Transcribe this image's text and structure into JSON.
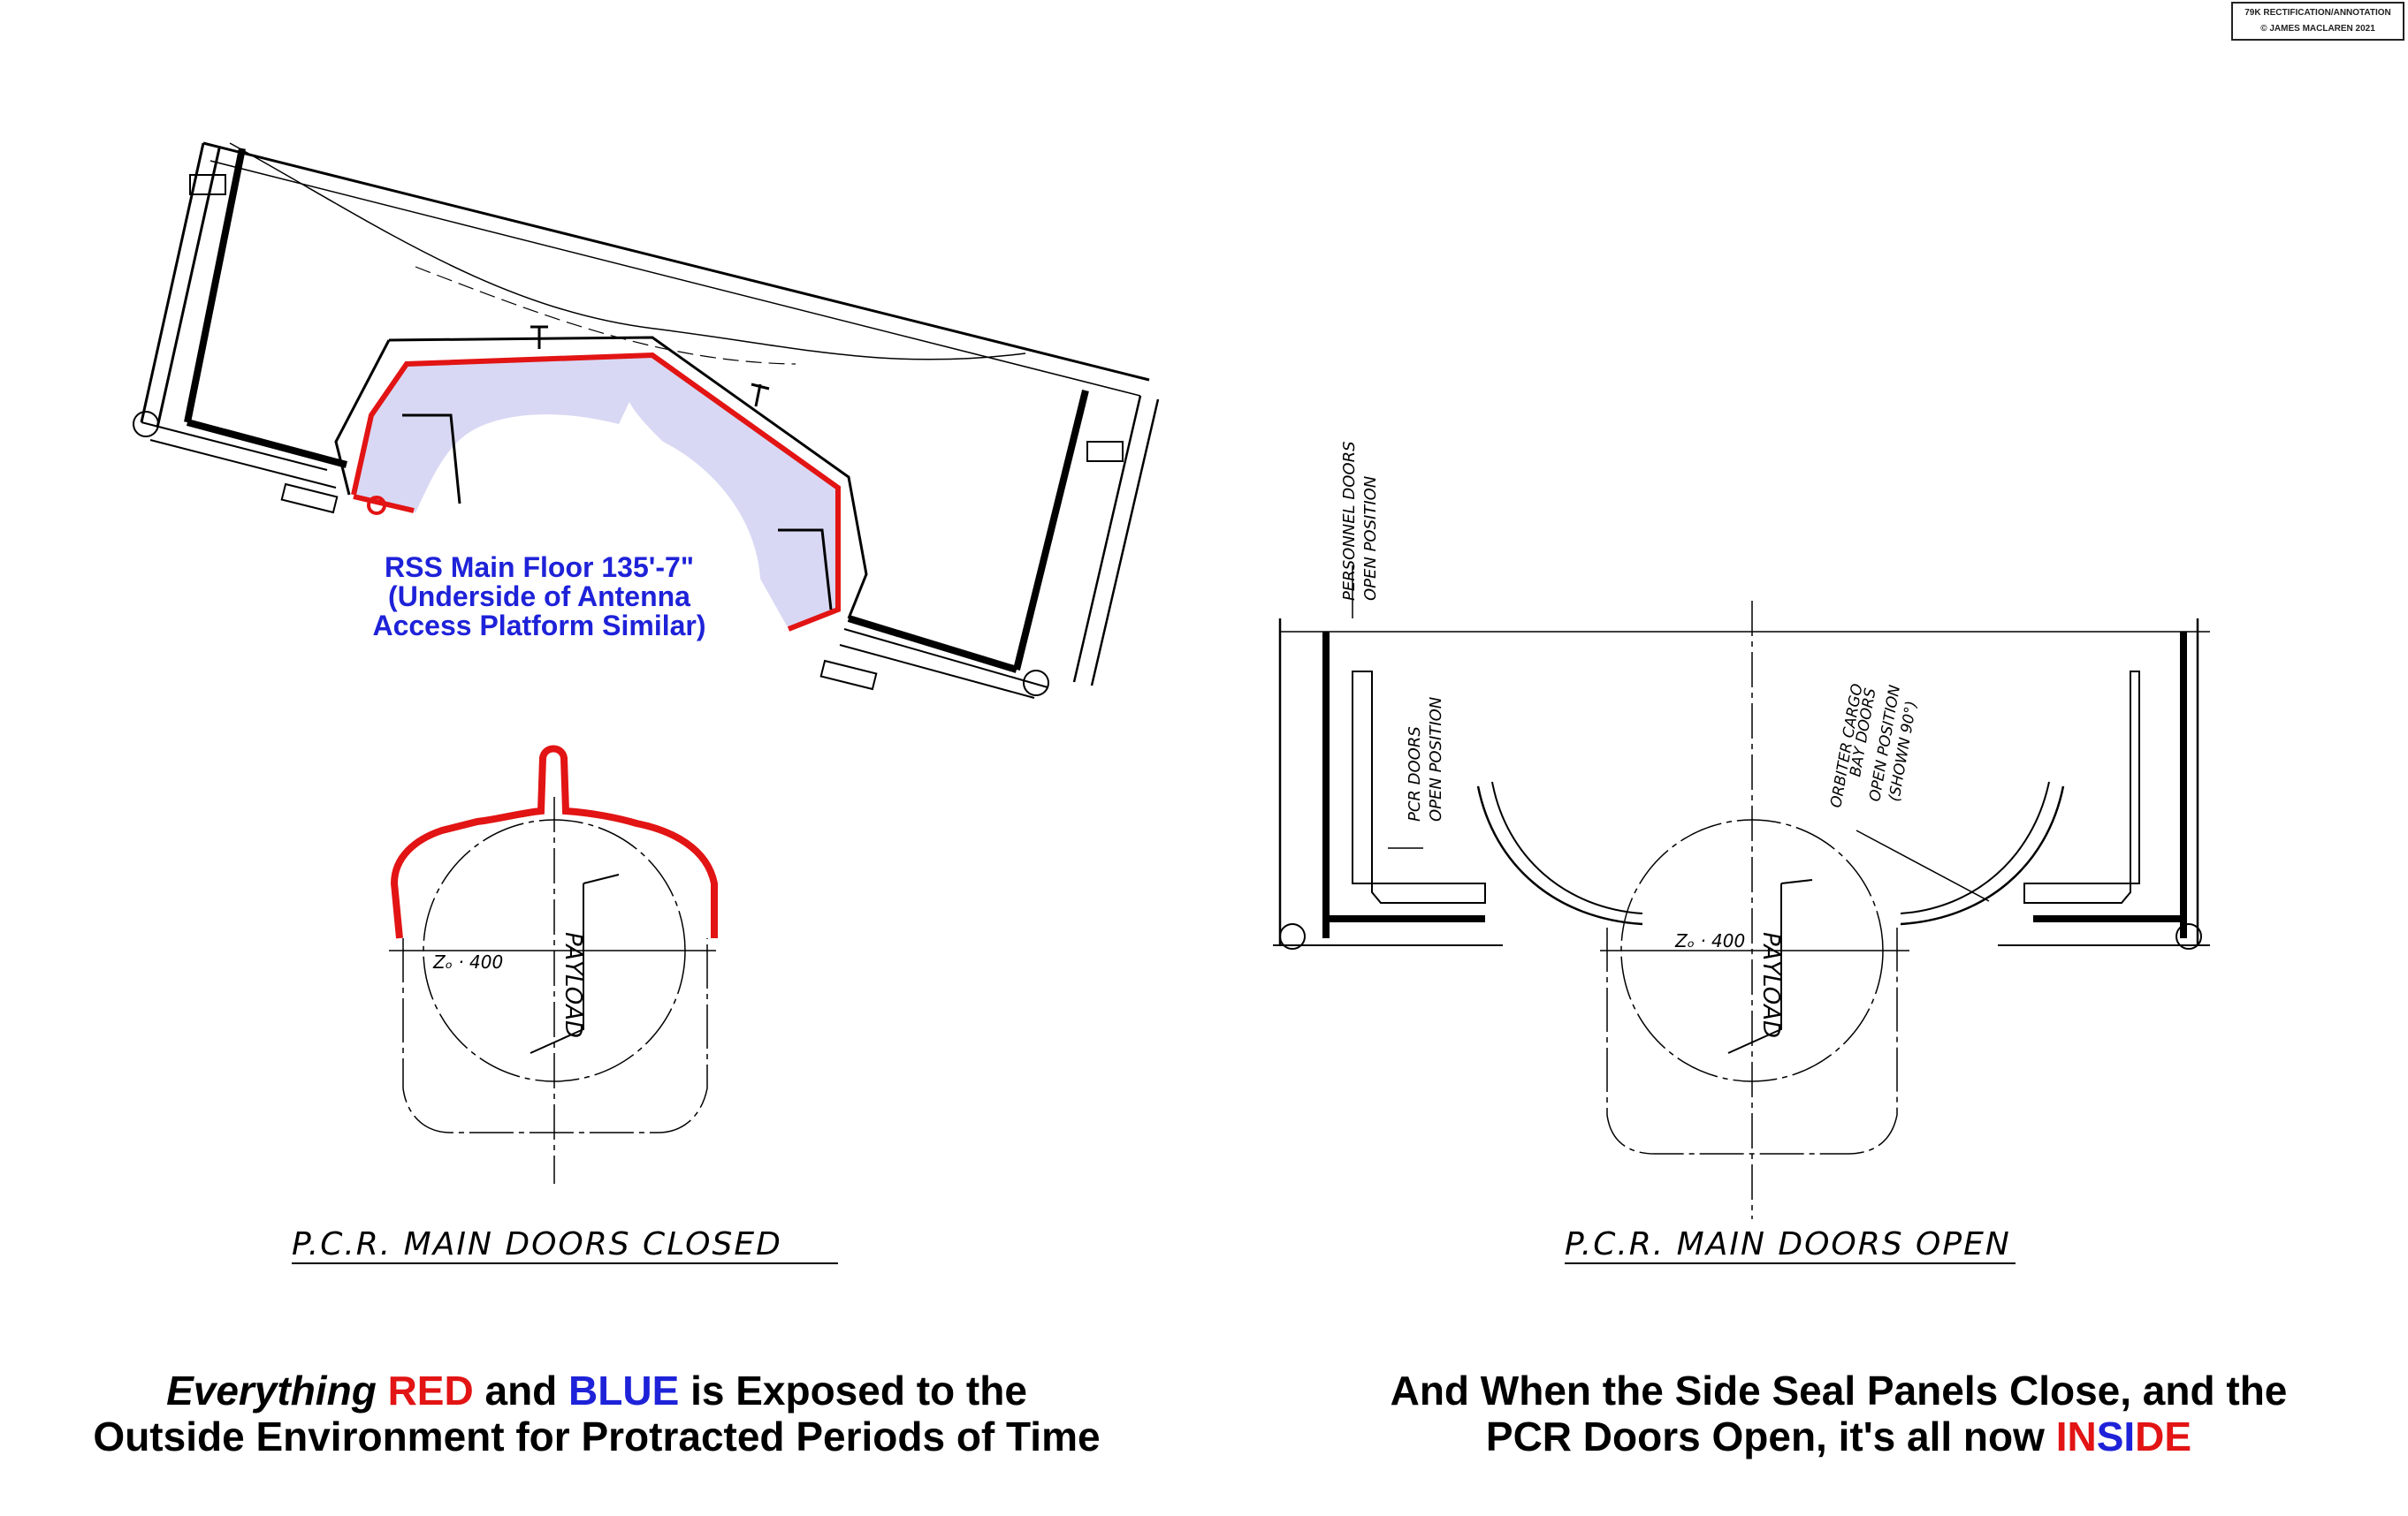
{
  "credit": {
    "line1": "79K RECTIFICATION/ANNOTATION",
    "line2": "© JAMES MACLAREN 2021"
  },
  "rss_label": {
    "line1": "RSS Main Floor 135'-7\"",
    "line2": "(Underside of Antenna",
    "line3": "Access Platform Similar)"
  },
  "left_drawing": {
    "title": "P.C.R. MAIN DOORS CLOSED",
    "payload_label": "PAYLOAD",
    "z_label": "Zₒ · 400"
  },
  "right_drawing": {
    "title": "P.C.R. MAIN DOORS OPEN",
    "payload_label": "PAYLOAD",
    "z_label": "Zₒ · 400",
    "note_personnel_1": "PERSONNEL DOORS",
    "note_personnel_2": "OPEN POSITION",
    "note_pcr_1": "PCR DOORS",
    "note_pcr_2": "OPEN POSITION",
    "note_orbiter_1": "ORBITER CARGO",
    "note_orbiter_2": "BAY DOORS",
    "note_orbiter_3": "OPEN POSITION",
    "note_orbiter_4": "(SHOWN 90°)"
  },
  "caption_left": {
    "w1": "Everything",
    "w2": "RED",
    "w3": "and",
    "w4": "BLUE",
    "w5": "is Exposed to the",
    "line2": "Outside Environment for Protracted Periods of Time"
  },
  "caption_right": {
    "line1": "And When the Side Seal Panels Close, and the",
    "line2a": "PCR Doors Open, it's all now",
    "line2b_red1": "IN",
    "line2b_blue": "SI",
    "line2b_red2": "DE"
  },
  "colors": {
    "red": "#e21414",
    "blue": "#1e22d8",
    "fill": "#d8d8f4"
  }
}
